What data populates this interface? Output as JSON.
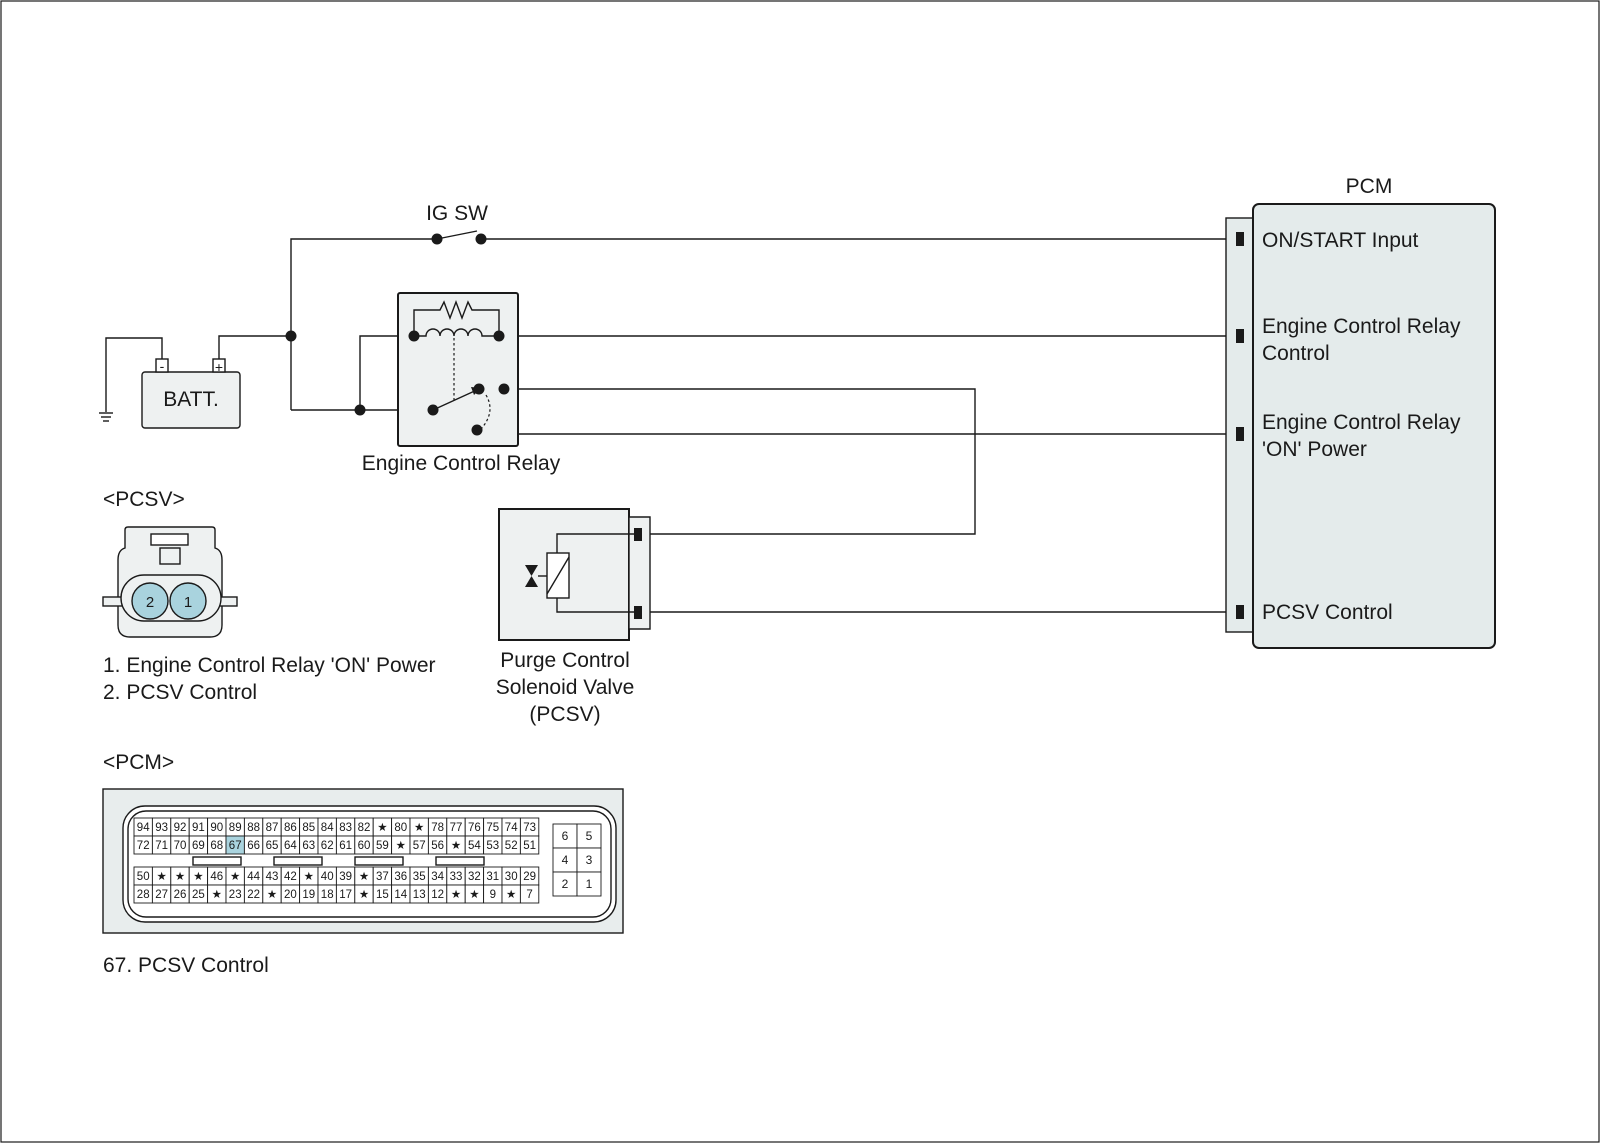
{
  "labels": {
    "ig_switch": "IG SW",
    "battery": "BATT.",
    "battery_minus": "-",
    "battery_plus": "+",
    "relay": "Engine Control Relay",
    "pcm_title": "PCM",
    "pcm_pins": [
      [
        "ON/START Input"
      ],
      [
        "Engine Control Relay",
        "Control"
      ],
      [
        "Engine Control Relay",
        "'ON' Power"
      ],
      [
        "PCSV Control"
      ]
    ],
    "pcsv_component": [
      "Purge Control",
      "Solenoid Valve",
      "(PCSV)"
    ]
  },
  "pcsv_connector": {
    "title": "<PCSV>",
    "pins": [
      "2",
      "1"
    ],
    "legend": [
      "1. Engine Control Relay 'ON' Power",
      "2. PCSV Control"
    ]
  },
  "pcm_connector": {
    "title": "<PCM>",
    "highlight_pin": "67",
    "rows": [
      [
        "94",
        "93",
        "92",
        "91",
        "90",
        "89",
        "88",
        "87",
        "86",
        "85",
        "84",
        "83",
        "82",
        "★",
        "80",
        "★",
        "78",
        "77",
        "76",
        "75",
        "74",
        "73"
      ],
      [
        "72",
        "71",
        "70",
        "69",
        "68",
        "67",
        "66",
        "65",
        "64",
        "63",
        "62",
        "61",
        "60",
        "59",
        "★",
        "57",
        "56",
        "★",
        "54",
        "53",
        "52",
        "51"
      ],
      [
        "50",
        "★",
        "★",
        "★",
        "46",
        "★",
        "44",
        "43",
        "42",
        "★",
        "40",
        "39",
        "★",
        "37",
        "36",
        "35",
        "34",
        "33",
        "32",
        "31",
        "30",
        "29"
      ],
      [
        "28",
        "27",
        "26",
        "25",
        "★",
        "23",
        "22",
        "★",
        "20",
        "19",
        "18",
        "17",
        "★",
        "15",
        "14",
        "13",
        "12",
        "★",
        "★",
        "9",
        "★",
        "7"
      ]
    ],
    "aux_pins": [
      [
        "6",
        "5"
      ],
      [
        "4",
        "3"
      ],
      [
        "2",
        "1"
      ]
    ],
    "legend": [
      "67. PCSV Control"
    ]
  },
  "colors": {
    "pin_highlight": "#a9d3de",
    "box_fill": "#eef1f1",
    "pcm_fill": "#e4ebeb",
    "line": "#1a1a1a"
  }
}
